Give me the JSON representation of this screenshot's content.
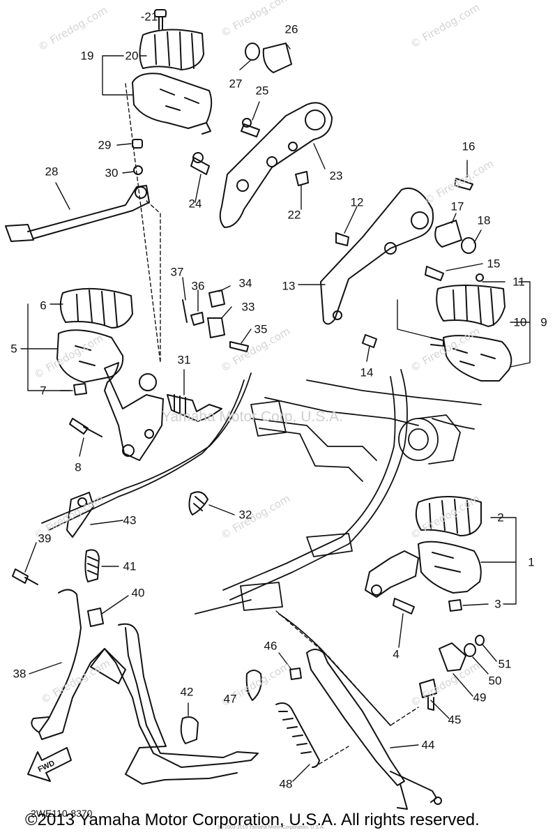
{
  "watermark_text": "© Firedog.com",
  "center_watermark": "Yamaha Motor Corp, U.S.A.",
  "diagram_code": "2WE110-8370",
  "small_note": "(c) 2003-2015 Yamaha Motor Corporation, U.S.A.",
  "copyright": "©2013 Yamaha Motor Corporation, U.S.A. All rights reserved.",
  "fwd_label": "FWD",
  "part_labels": [
    "-21",
    "20",
    "19",
    "26",
    "27",
    "25",
    "29",
    "30",
    "28",
    "24",
    "23",
    "22",
    "16",
    "12",
    "17",
    "18",
    "15",
    "13",
    "11",
    "10",
    "9",
    "37",
    "36",
    "34",
    "6",
    "33",
    "35",
    "5",
    "31",
    "7",
    "8",
    "14",
    "43",
    "32",
    "39",
    "41",
    "2",
    "1",
    "40",
    "3",
    "4",
    "38",
    "46",
    "51",
    "50",
    "49",
    "42",
    "47",
    "45",
    "44",
    "48"
  ]
}
